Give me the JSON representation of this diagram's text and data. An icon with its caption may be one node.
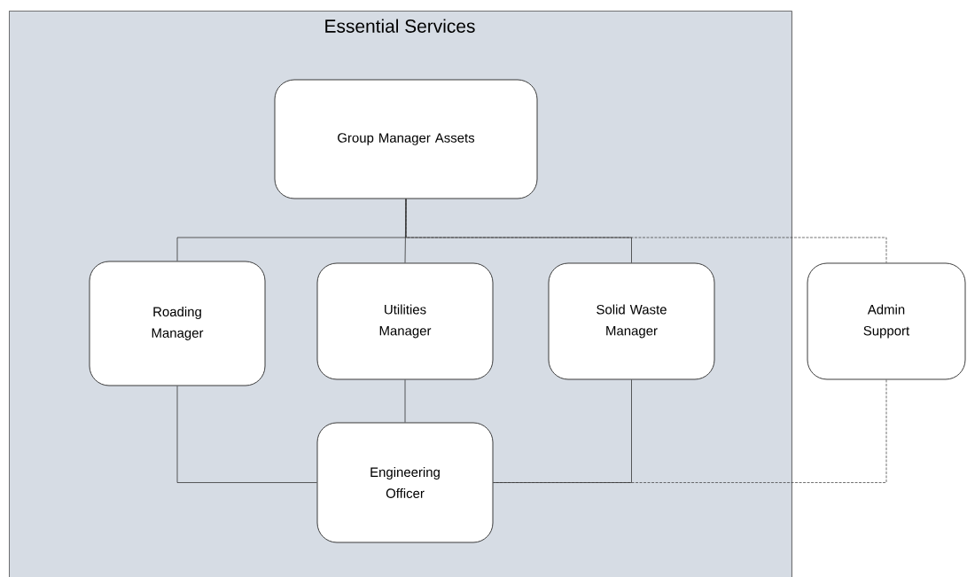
{
  "diagram": {
    "nodes": [
      {
        "text": [
          "Essential Services"
        ]
      },
      {
        "text": [
          "Group Manager Assets"
        ],
        "in": 0
      },
      {
        "text": [
          "Roading Manager"
        ],
        "in": 0
      },
      {
        "text": [
          "Utilities Manager"
        ],
        "in": 0
      },
      {
        "text": [
          "Solid Waste Manager"
        ],
        "in": 0
      },
      {
        "text": [
          "Admin Support"
        ]
      },
      {
        "text": [
          "Engineering Officer"
        ],
        "in": 0
      }
    ],
    "edges": [
      {
        "from": 1,
        "to": 2,
        "arrow": "none"
      },
      {
        "from": 1,
        "to": 3,
        "arrow": "none"
      },
      {
        "from": 1,
        "to": 4,
        "arrow": "none"
      },
      {
        "from": 1,
        "to": 5,
        "arrow": "none",
        "style": "dashed"
      },
      {
        "from": 2,
        "to": 6,
        "arrow": "none"
      },
      {
        "from": 3,
        "to": 6,
        "arrow": "none"
      },
      {
        "from": 4,
        "to": 6,
        "arrow": "none"
      },
      {
        "from": 5,
        "to": 6,
        "arrow": "none",
        "style": "dashed"
      }
    ]
  }
}
